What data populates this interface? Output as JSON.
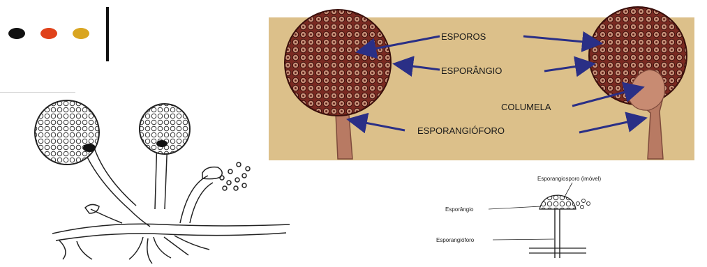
{
  "colors": {
    "dot_1": "#111111",
    "dot_2": "#e0421b",
    "dot_3": "#d9a521",
    "photo_background": "#dcc08a",
    "sporangiophore": "#b87a63",
    "arrow": "#2a2f86"
  },
  "photo_labels": {
    "esporos": "ESPOROS",
    "esporangio": "ESPORÂNGIO",
    "columela": "COLUMELA",
    "esporangioforo": "ESPORANGIÓFORO"
  },
  "small_diagram": {
    "esporangiosporo": "Esporangiosporo (imóvel)",
    "esporangio": "Esporângio",
    "esporangioforo": "Esporangióforo"
  }
}
